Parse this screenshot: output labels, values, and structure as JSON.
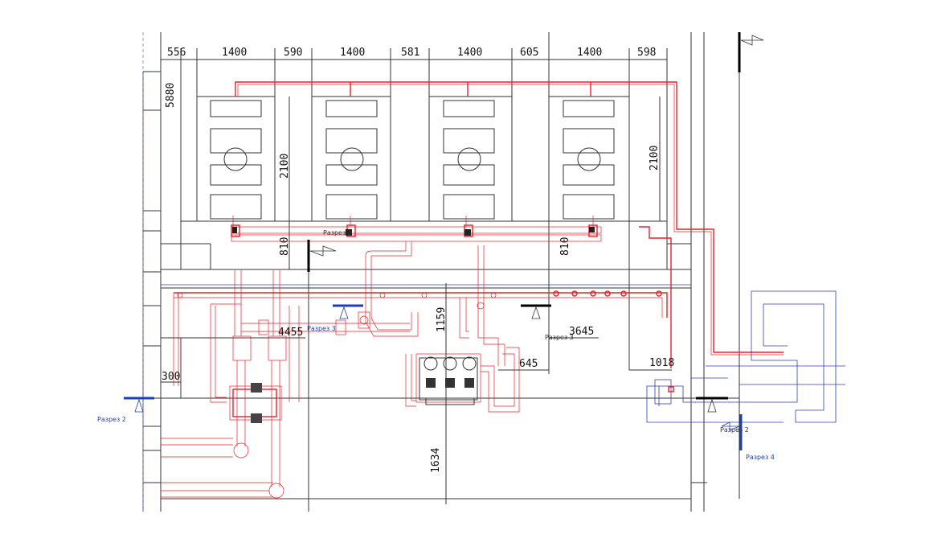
{
  "dimensions": {
    "top": [
      "556",
      "1400",
      "590",
      "1400",
      "581",
      "1400",
      "605",
      "1400",
      "598"
    ],
    "left_vertical": "5880",
    "unit_height_1": "2100",
    "unit_height_2": "2100",
    "offset_1": "810",
    "offset_2": "810",
    "mid_1": "4455",
    "mid_2": "1159",
    "mid_3": "3645",
    "mid_4": "645",
    "mid_5": "1018",
    "mid_6": "300",
    "bottom_vertical": "1634"
  },
  "sections": {
    "s1": "Разрез 1",
    "s2_left": "Разрез 2",
    "s2_right": "Разрез 2",
    "s3_mid": "Разрез 3",
    "s3_small": "Разрез 3",
    "s4": "Разрез 4"
  },
  "colors": {
    "pipe": "#e8202a",
    "section_marker": "#1f3fb0",
    "linework": "#333333"
  }
}
